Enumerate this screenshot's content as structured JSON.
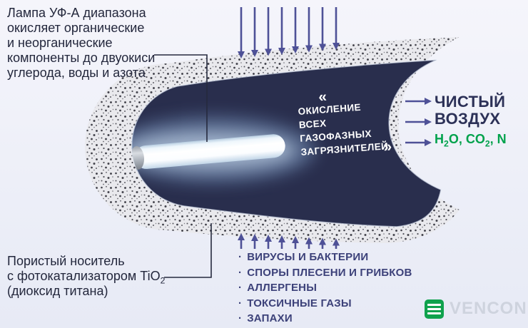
{
  "colors": {
    "arrow-purple": "#4e5197",
    "text-dark": "#23273c",
    "list-purple": "#3c4179",
    "clean-air-navy": "#2c3157",
    "formula-green": "#00a24c",
    "tube-navy": "#292e4d",
    "logo-green": "#0fa24d",
    "logo-gray": "#ced3de"
  },
  "top_annotation": {
    "lines": [
      "Лампа УФ-А диапазона",
      "окисляет органические",
      "и неорганические",
      "компоненты до двуокиси",
      "углерода, воды и азота"
    ]
  },
  "bottom_annotation": {
    "line1": "Пористый носитель",
    "line2_text": "с фотокатализатором TiO",
    "line2_sub": "2",
    "line3": "(диоксид титана)"
  },
  "oxidation_label": {
    "left_chevron": "«",
    "right_chevron": "»",
    "lines": [
      "ОКИСЛЕНИЕ",
      "ВСЕХ",
      "ГАЗОФАЗНЫХ",
      "ЗАГРЯЗНИТЕЛЕЙ"
    ]
  },
  "clean_air": {
    "line1": "ЧИСТЫЙ",
    "line2": "ВОЗДУХ",
    "formula": {
      "p1": "H",
      "s1": "2",
      "p2": "O, CO",
      "s2": "2",
      "p3": ", N"
    }
  },
  "pollutants": {
    "bullet": "·",
    "items": [
      "ВИРУСЫ И БАКТЕРИИ",
      "СПОРЫ ПЛЕСЕНИ И ГРИБКОВ",
      "АЛЛЕРГЕНЫ",
      "ТОКСИЧНЫЕ ГАЗЫ",
      "ЗАПАХИ"
    ]
  },
  "logo": {
    "text": "VENCON"
  }
}
